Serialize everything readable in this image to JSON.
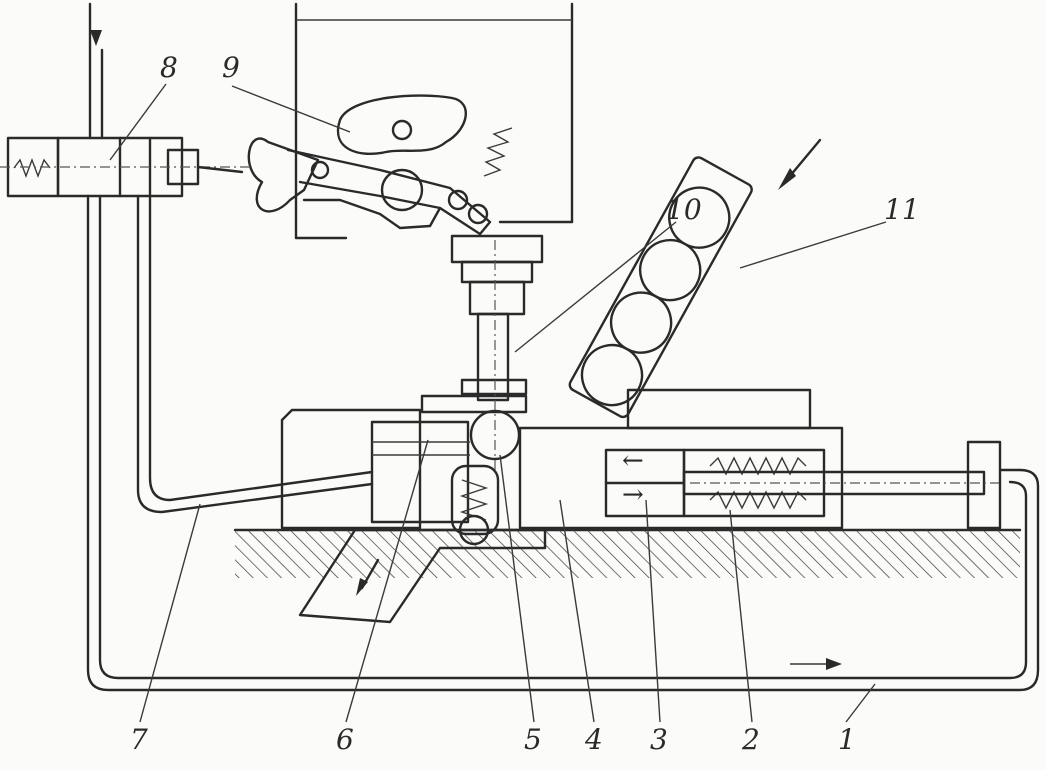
{
  "callouts": [
    {
      "id": "1",
      "text": "1"
    },
    {
      "id": "2",
      "text": "2"
    },
    {
      "id": "3",
      "text": "3"
    },
    {
      "id": "4",
      "text": "4"
    },
    {
      "id": "5",
      "text": "5"
    },
    {
      "id": "6",
      "text": "6"
    },
    {
      "id": "7",
      "text": "7"
    },
    {
      "id": "8",
      "text": "8"
    },
    {
      "id": "9",
      "text": "9"
    },
    {
      "id": "10",
      "text": "10"
    },
    {
      "id": "11",
      "text": "11"
    }
  ],
  "piston_arrows": {
    "upper": "←",
    "lower": "→"
  },
  "icons": {
    "spring": "spring-icon",
    "ball": "ball-icon",
    "flow_arrow": "flow-arrow-icon"
  }
}
